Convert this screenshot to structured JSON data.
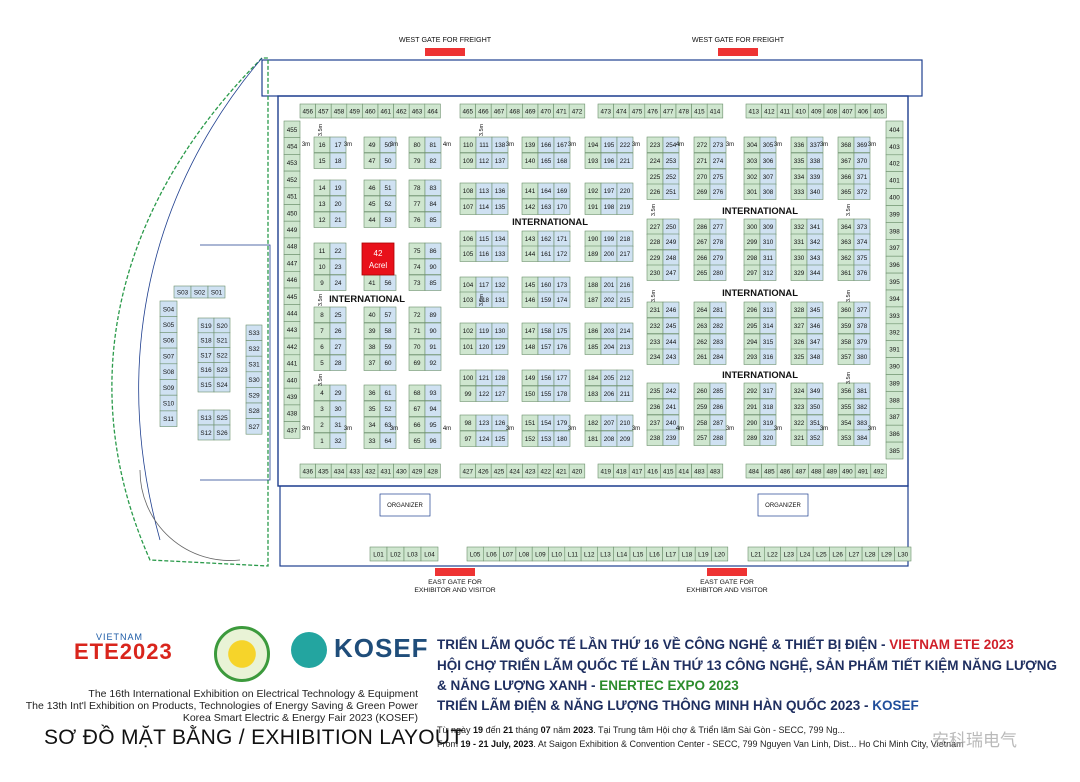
{
  "map": {
    "gates": {
      "west_left": "WEST GATE FOR FREIGHT",
      "west_right": "WEST GATE FOR FREIGHT",
      "east_left_1": "EAST GATE FOR",
      "east_left_2": "EXHIBITOR AND VISITOR",
      "east_right_1": "EAST GATE FOR",
      "east_right_2": "EXHIBITOR AND VISITOR"
    },
    "zone_labels": {
      "international": "INTERNATIONAL"
    },
    "organizer": "ORGANIZER",
    "aisle": "3m",
    "aisle_wide": "4m",
    "aisle_v": "3.5m",
    "highlight_booth": {
      "line1": "42",
      "line2": "Acrel",
      "color": "#e8101a"
    },
    "colors": {
      "booth_green": "#cfe6cf",
      "booth_blue": "#cfe1f2",
      "booth_border": "#6b8f6b",
      "hall_line": "#1f3f8f"
    },
    "top_row_left": [
      "456",
      "457",
      "458",
      "459",
      "460",
      "461",
      "462",
      "463",
      "464"
    ],
    "top_row_mid": [
      "465",
      "466",
      "467",
      "468",
      "469",
      "470",
      "471",
      "472"
    ],
    "top_row_mid2": [
      "473",
      "474",
      "475",
      "476",
      "477",
      "478",
      "415",
      "414"
    ],
    "top_row_right": [
      "413",
      "412",
      "411",
      "410",
      "409",
      "408",
      "407",
      "406",
      "405"
    ],
    "left_col": [
      "455",
      "454",
      "453",
      "452",
      "451",
      "450",
      "449",
      "448",
      "447",
      "446",
      "445",
      "444",
      "443",
      "442",
      "441",
      "440",
      "439",
      "438",
      "437"
    ],
    "right_col": [
      "404",
      "403",
      "402",
      "401",
      "400",
      "399",
      "398",
      "397",
      "396",
      "395",
      "394",
      "393",
      "392",
      "391",
      "390",
      "389",
      "388",
      "387",
      "386",
      "385"
    ],
    "bottom_row_left": [
      "436",
      "435",
      "434",
      "433",
      "432",
      "431",
      "430",
      "429",
      "428"
    ],
    "bottom_row_mid": [
      "427",
      "426",
      "425",
      "424",
      "423",
      "422",
      "421",
      "420"
    ],
    "bottom_row_mid2": [
      "419",
      "418",
      "417",
      "416",
      "415",
      "414",
      "483",
      "483"
    ],
    "bottom_row_right": [
      "484",
      "485",
      "486",
      "487",
      "488",
      "489",
      "490",
      "491",
      "492"
    ],
    "l_row_left": [
      "L01",
      "L02",
      "L03",
      "L04"
    ],
    "l_row_mid": [
      "L05",
      "L06",
      "L07",
      "L08",
      "L09",
      "L10",
      "L11",
      "L12",
      "L13",
      "L14",
      "L15",
      "L16",
      "L17",
      "L18",
      "L19",
      "L20"
    ],
    "l_row_right": [
      "L21",
      "L22",
      "L23",
      "L24",
      "L25",
      "L26",
      "L27",
      "L28",
      "L29",
      "L30"
    ],
    "s_top": [
      "S03",
      "S02",
      "S01"
    ],
    "s_col1": [
      "S04",
      "S05",
      "S06",
      "S07",
      "S08",
      "S09",
      "S10",
      "S11"
    ],
    "s_col2a": [
      "S19",
      "S18",
      "S17",
      "S16",
      "S15"
    ],
    "s_col3a": [
      "S20",
      "S21",
      "S22",
      "S23",
      "S24"
    ],
    "s_col2b": [
      "S13",
      "S12"
    ],
    "s_col3b": [
      "S25",
      "S26"
    ],
    "s_col4": [
      "S33",
      "S32",
      "S31",
      "S30",
      "S29",
      "S28",
      "S27"
    ],
    "blockA": [
      [
        "16",
        "17",
        "49",
        "50",
        "80",
        "81"
      ],
      [
        "15",
        "18",
        "47",
        "50",
        "79",
        "82"
      ],
      [
        "14",
        "19",
        "46",
        "51",
        "78",
        "83"
      ],
      [
        "13",
        "20",
        "45",
        "52",
        "77",
        "84"
      ],
      [
        "12",
        "21",
        "44",
        "53",
        "76",
        "85"
      ],
      [
        "11",
        "22",
        "",
        "",
        "75",
        "86"
      ],
      [
        "10",
        "23",
        "",
        "",
        "74",
        "90"
      ],
      [
        "9",
        "24",
        "41",
        "56",
        "73",
        "85"
      ],
      [
        "8",
        "25",
        "40",
        "57",
        "72",
        "89"
      ],
      [
        "7",
        "26",
        "39",
        "58",
        "71",
        "90"
      ],
      [
        "6",
        "27",
        "38",
        "59",
        "70",
        "91"
      ],
      [
        "5",
        "28",
        "37",
        "60",
        "69",
        "92"
      ],
      [
        "4",
        "29",
        "36",
        "61",
        "68",
        "93"
      ],
      [
        "3",
        "30",
        "35",
        "52",
        "67",
        "94"
      ],
      [
        "2",
        "31",
        "34",
        "63",
        "66",
        "95"
      ],
      [
        "1",
        "32",
        "33",
        "64",
        "65",
        "96"
      ]
    ],
    "blockB": [
      [
        "110",
        "111",
        "138",
        "139",
        "166",
        "167",
        "194",
        "195",
        "222"
      ],
      [
        "109",
        "112",
        "137",
        "140",
        "165",
        "168",
        "193",
        "196",
        "221"
      ],
      [
        "108",
        "113",
        "136",
        "141",
        "164",
        "169",
        "192",
        "197",
        "220"
      ],
      [
        "107",
        "114",
        "135",
        "142",
        "163",
        "170",
        "191",
        "198",
        "219"
      ],
      [
        "106",
        "115",
        "134",
        "143",
        "162",
        "171",
        "190",
        "199",
        "218"
      ],
      [
        "105",
        "116",
        "133",
        "144",
        "161",
        "172",
        "189",
        "200",
        "217"
      ],
      [
        "104",
        "117",
        "132",
        "145",
        "160",
        "173",
        "188",
        "201",
        "216"
      ],
      [
        "103",
        "118",
        "131",
        "146",
        "159",
        "174",
        "187",
        "202",
        "215"
      ],
      [
        "102",
        "119",
        "130",
        "147",
        "158",
        "175",
        "186",
        "203",
        "214"
      ],
      [
        "101",
        "120",
        "129",
        "148",
        "157",
        "176",
        "185",
        "204",
        "213"
      ],
      [
        "100",
        "121",
        "128",
        "149",
        "156",
        "177",
        "184",
        "205",
        "212"
      ],
      [
        "99",
        "122",
        "127",
        "150",
        "155",
        "178",
        "183",
        "206",
        "211"
      ],
      [
        "98",
        "123",
        "126",
        "151",
        "154",
        "179",
        "182",
        "207",
        "210"
      ],
      [
        "97",
        "124",
        "125",
        "152",
        "153",
        "180",
        "181",
        "208",
        "209"
      ]
    ],
    "blockC": [
      [
        "223",
        "254",
        "272",
        "273",
        "304",
        "305",
        "336",
        "337",
        "368",
        "369"
      ],
      [
        "224",
        "253",
        "271",
        "274",
        "303",
        "306",
        "335",
        "338",
        "367",
        "370"
      ],
      [
        "225",
        "252",
        "270",
        "275",
        "302",
        "307",
        "334",
        "339",
        "366",
        "371"
      ],
      [
        "226",
        "251",
        "269",
        "276",
        "301",
        "308",
        "333",
        "340",
        "365",
        "372"
      ],
      [
        "227",
        "250",
        "286",
        "277",
        "300",
        "309",
        "332",
        "341",
        "364",
        "373"
      ],
      [
        "228",
        "249",
        "267",
        "278",
        "299",
        "310",
        "331",
        "342",
        "363",
        "374"
      ],
      [
        "229",
        "248",
        "266",
        "279",
        "298",
        "311",
        "330",
        "343",
        "362",
        "375"
      ],
      [
        "230",
        "247",
        "265",
        "280",
        "297",
        "312",
        "329",
        "344",
        "361",
        "376"
      ],
      [
        "231",
        "246",
        "264",
        "281",
        "296",
        "313",
        "328",
        "345",
        "360",
        "377"
      ],
      [
        "232",
        "245",
        "263",
        "282",
        "295",
        "314",
        "327",
        "346",
        "359",
        "378"
      ],
      [
        "233",
        "244",
        "262",
        "283",
        "294",
        "315",
        "326",
        "347",
        "358",
        "379"
      ],
      [
        "234",
        "243",
        "261",
        "284",
        "293",
        "316",
        "325",
        "348",
        "357",
        "380"
      ],
      [
        "235",
        "242",
        "260",
        "285",
        "292",
        "317",
        "324",
        "349",
        "356",
        "381"
      ],
      [
        "236",
        "241",
        "259",
        "286",
        "291",
        "318",
        "323",
        "350",
        "355",
        "382"
      ],
      [
        "237",
        "240",
        "258",
        "287",
        "290",
        "319",
        "322",
        "351",
        "354",
        "383"
      ],
      [
        "238",
        "239",
        "257",
        "288",
        "289",
        "320",
        "321",
        "352",
        "353",
        "384"
      ]
    ]
  },
  "legend": {
    "ete_logo_sub": "VIETNAM",
    "ete_logo_main": "ETE2023",
    "kosef": "KOSEF",
    "en_line1": "The 16th International Exhibition on  Electrical Technology & Equipment",
    "en_line2": "The 13th Int'l Exhibition on Products, Technologies of Energy Saving & Green Power",
    "en_line3": "Korea Smart Electric & Energy Fair 2023 (KOSEF)",
    "layout_title": "SƠ ĐỒ MẶT BẰNG / EXHIBITION LAYOUT",
    "vn1_a": "TRIỂN LÃM QUỐC TẾ LẦN THỨ 16 VỀ CÔNG NGHỆ & THIẾT BỊ ĐIỆN - ",
    "vn1_b": "VIETNAM ETE 2023",
    "vn2": "HỘI CHỢ TRIỂN LÃM QUỐC TẾ LẦN THỨ 13 CÔNG NGHỆ, SẢN PHẨM TIẾT KIỆM NĂNG LƯỢNG",
    "vn3_a": "& NĂNG LƯỢNG XANH - ",
    "vn3_b": "ENERTEC EXPO 2023",
    "vn4_a": "TRIỂN LÃM ĐIỆN & NĂNG LƯỢNG THÔNG MINH HÀN QUỐC 2023 - ",
    "vn4_b": "KOSEF",
    "date_vn_a": "Từ ngày ",
    "date_vn_b": "19",
    "date_vn_c": " đến ",
    "date_vn_d": "21",
    "date_vn_e": " tháng ",
    "date_vn_f": "07",
    "date_vn_g": " năm ",
    "date_vn_h": "2023",
    "date_vn_i": ". Tại Trung tâm Hội chợ & Triển lãm Sài Gòn - SECC, 799 Ng...",
    "date_en_a": "From ",
    "date_en_b": "19 - 21 July, 2023",
    "date_en_c": ". At Saigon Exhibition & Convention Center - SECC, 799 Nguyen Van Linh, Dist... Ho Chi Minh City, Vietnam",
    "watermark": "安科瑞电气"
  }
}
